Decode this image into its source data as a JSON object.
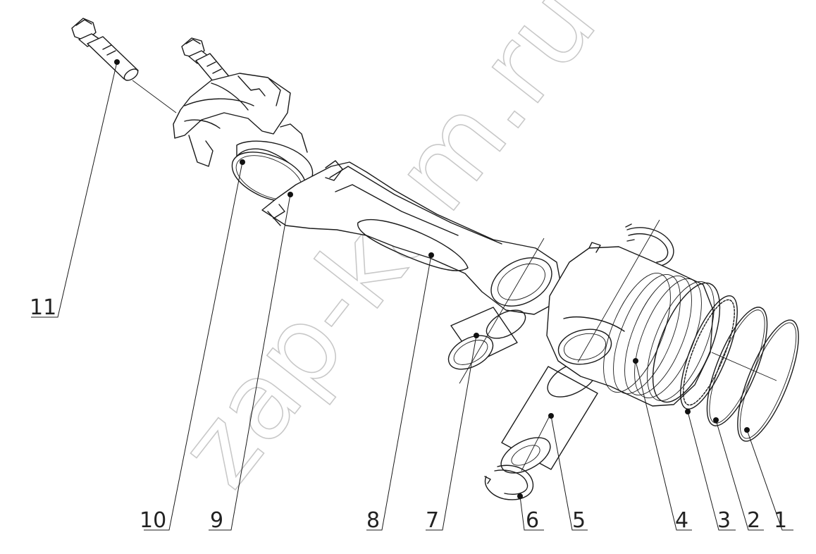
{
  "watermark": {
    "text": "zap-kam.ru",
    "color": "#c8c8c8"
  },
  "colors": {
    "line": "#1a1a1a",
    "background": "#ffffff"
  },
  "callouts": [
    {
      "id": "1",
      "label": "1"
    },
    {
      "id": "2",
      "label": "2"
    },
    {
      "id": "3",
      "label": "3"
    },
    {
      "id": "4",
      "label": "4"
    },
    {
      "id": "5",
      "label": "5"
    },
    {
      "id": "6",
      "label": "6"
    },
    {
      "id": "7",
      "label": "7"
    },
    {
      "id": "8",
      "label": "8"
    },
    {
      "id": "9",
      "label": "9"
    },
    {
      "id": "10",
      "label": "10"
    },
    {
      "id": "11",
      "label": "11"
    }
  ]
}
